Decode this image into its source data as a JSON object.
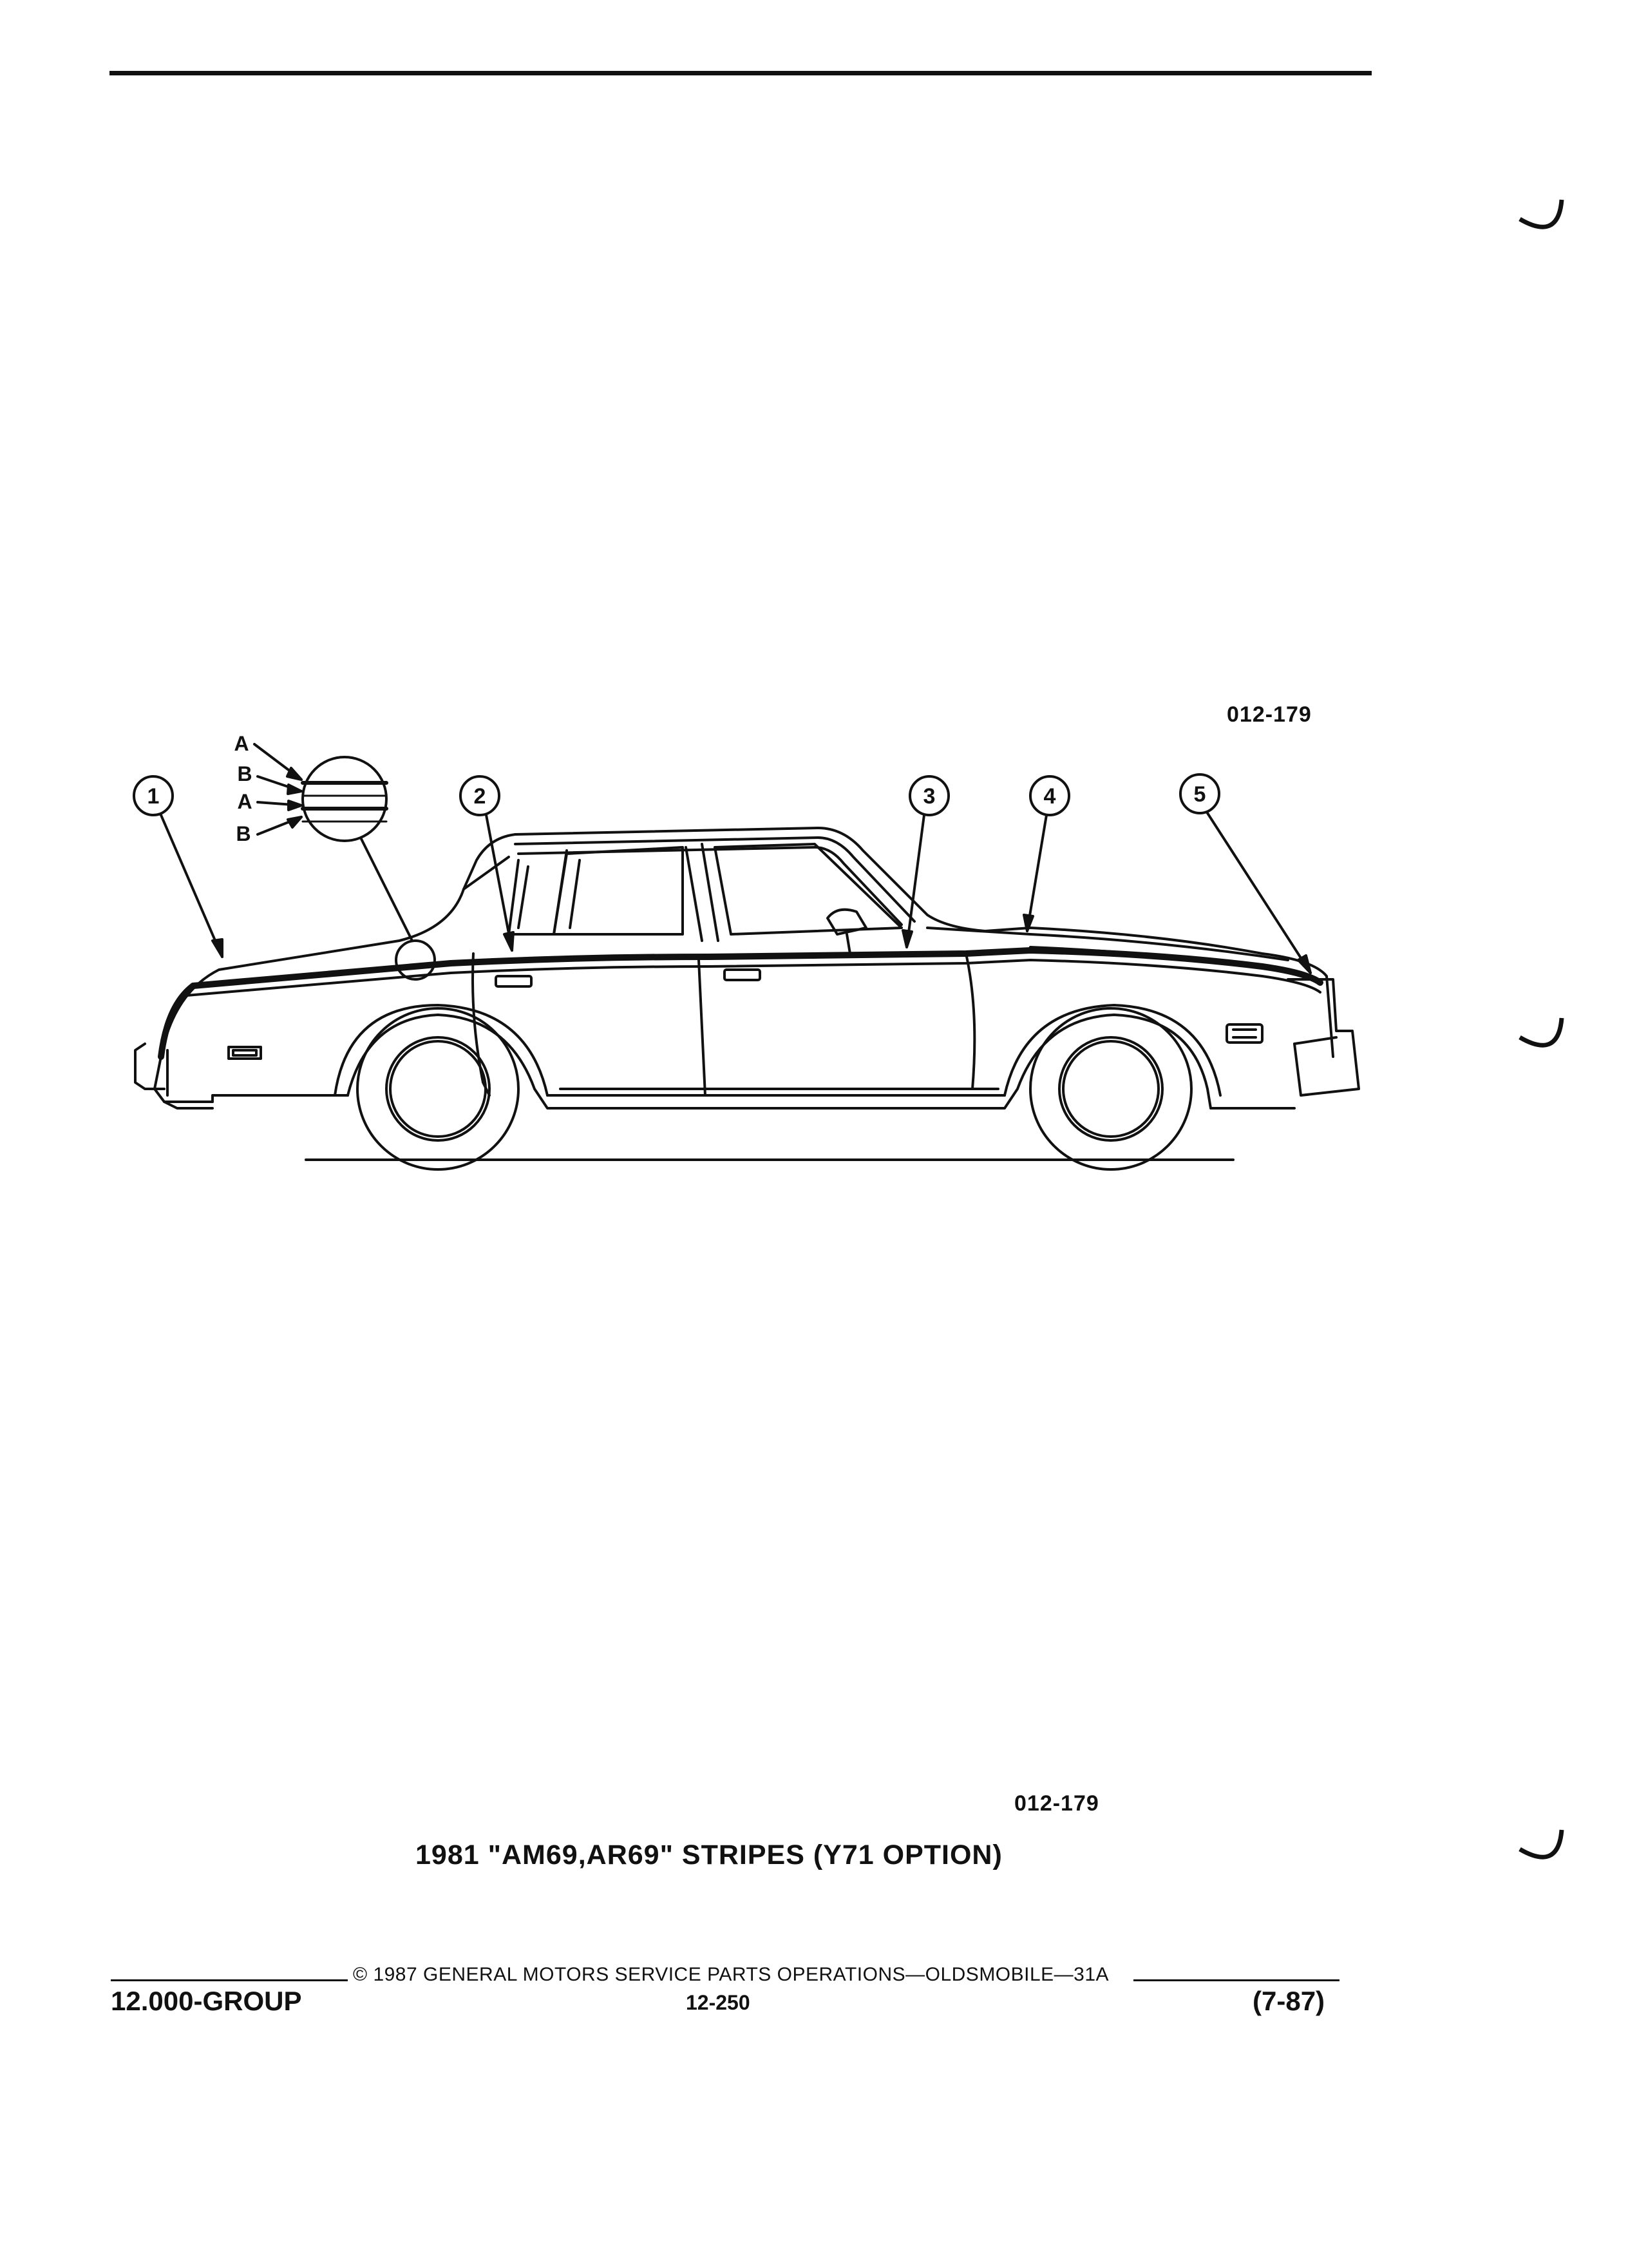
{
  "figure": {
    "code_top": "012-179",
    "code_bottom": "012-179",
    "callouts": [
      "1",
      "2",
      "3",
      "4",
      "5"
    ],
    "stripe_letters": [
      "A",
      "B",
      "A",
      "B"
    ]
  },
  "caption": "1981 \"AM69,AR69\" STRIPES (Y71 OPTION)",
  "footer": {
    "copyright": "© 1987  GENERAL MOTORS SERVICE PARTS OPERATIONS—OLDSMOBILE—31A",
    "group": "12.000-GROUP",
    "page": "12-250",
    "revision": "(7-87)"
  }
}
